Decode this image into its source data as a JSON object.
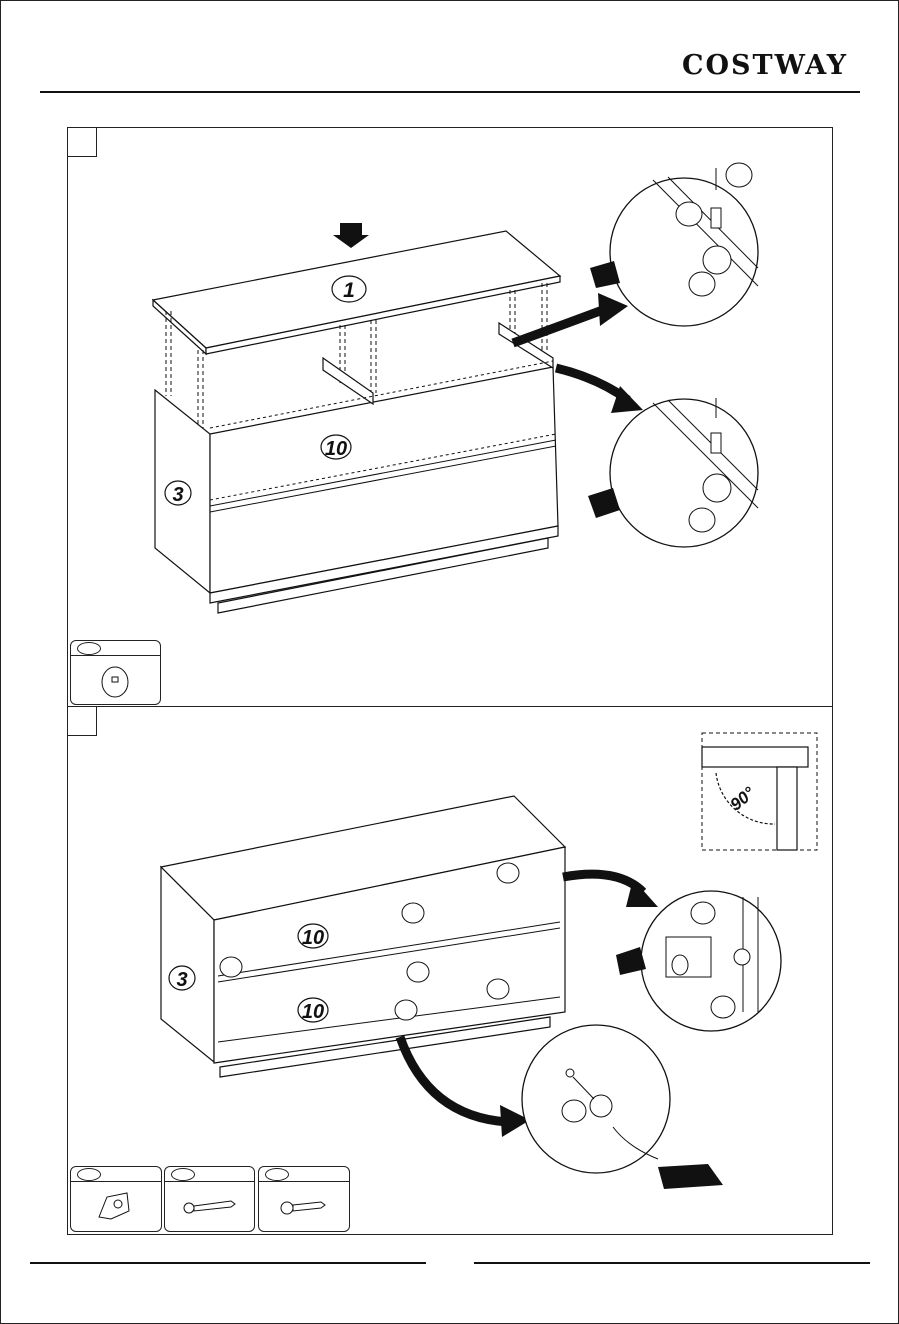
{
  "brand": {
    "name": "COSTWAY"
  },
  "steps": [
    {
      "labels": {
        "top_panel": "1",
        "front_panel": "10",
        "side_panel": "3"
      }
    },
    {
      "labels": {
        "side_panel": "3",
        "drawer_panel_upper": "10",
        "drawer_panel_lower": "10",
        "angle": "90°"
      }
    }
  ],
  "colors": {
    "line": "#111111",
    "paper": "#ffffff"
  }
}
